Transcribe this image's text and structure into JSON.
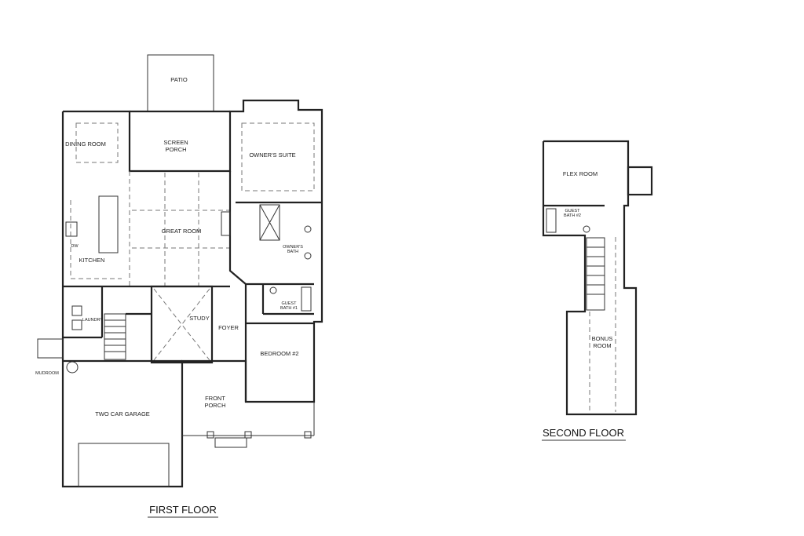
{
  "first_floor": {
    "title": "FIRST FLOOR",
    "rooms": {
      "patio": "PATIO",
      "dining_room": "DINING ROOM",
      "screen_porch_1": "SCREEN",
      "screen_porch_2": "PORCH",
      "owners_suite": "OWNER'S SUITE",
      "great_room": "GREAT ROOM",
      "kitchen": "KITCHEN",
      "dw": "DW",
      "owners_bath_1": "OWNER'S",
      "owners_bath_2": "BATH",
      "guest_bath_1a": "GUEST",
      "guest_bath_1b": "BATH #1",
      "laundry": "LAUNDRY",
      "study": "STUDY",
      "foyer": "FOYER",
      "bedroom_2": "BEDROOM #2",
      "mudroom": "MUDROOM",
      "two_car_garage": "TWO CAR GARAGE",
      "front_porch_1": "FRONT",
      "front_porch_2": "PORCH"
    }
  },
  "second_floor": {
    "title": "SECOND FLOOR",
    "rooms": {
      "flex_room": "FLEX ROOM",
      "guest_bath_2a": "GUEST",
      "guest_bath_2b": "BATH #2",
      "bonus_room_1": "BONUS",
      "bonus_room_2": "ROOM"
    }
  }
}
